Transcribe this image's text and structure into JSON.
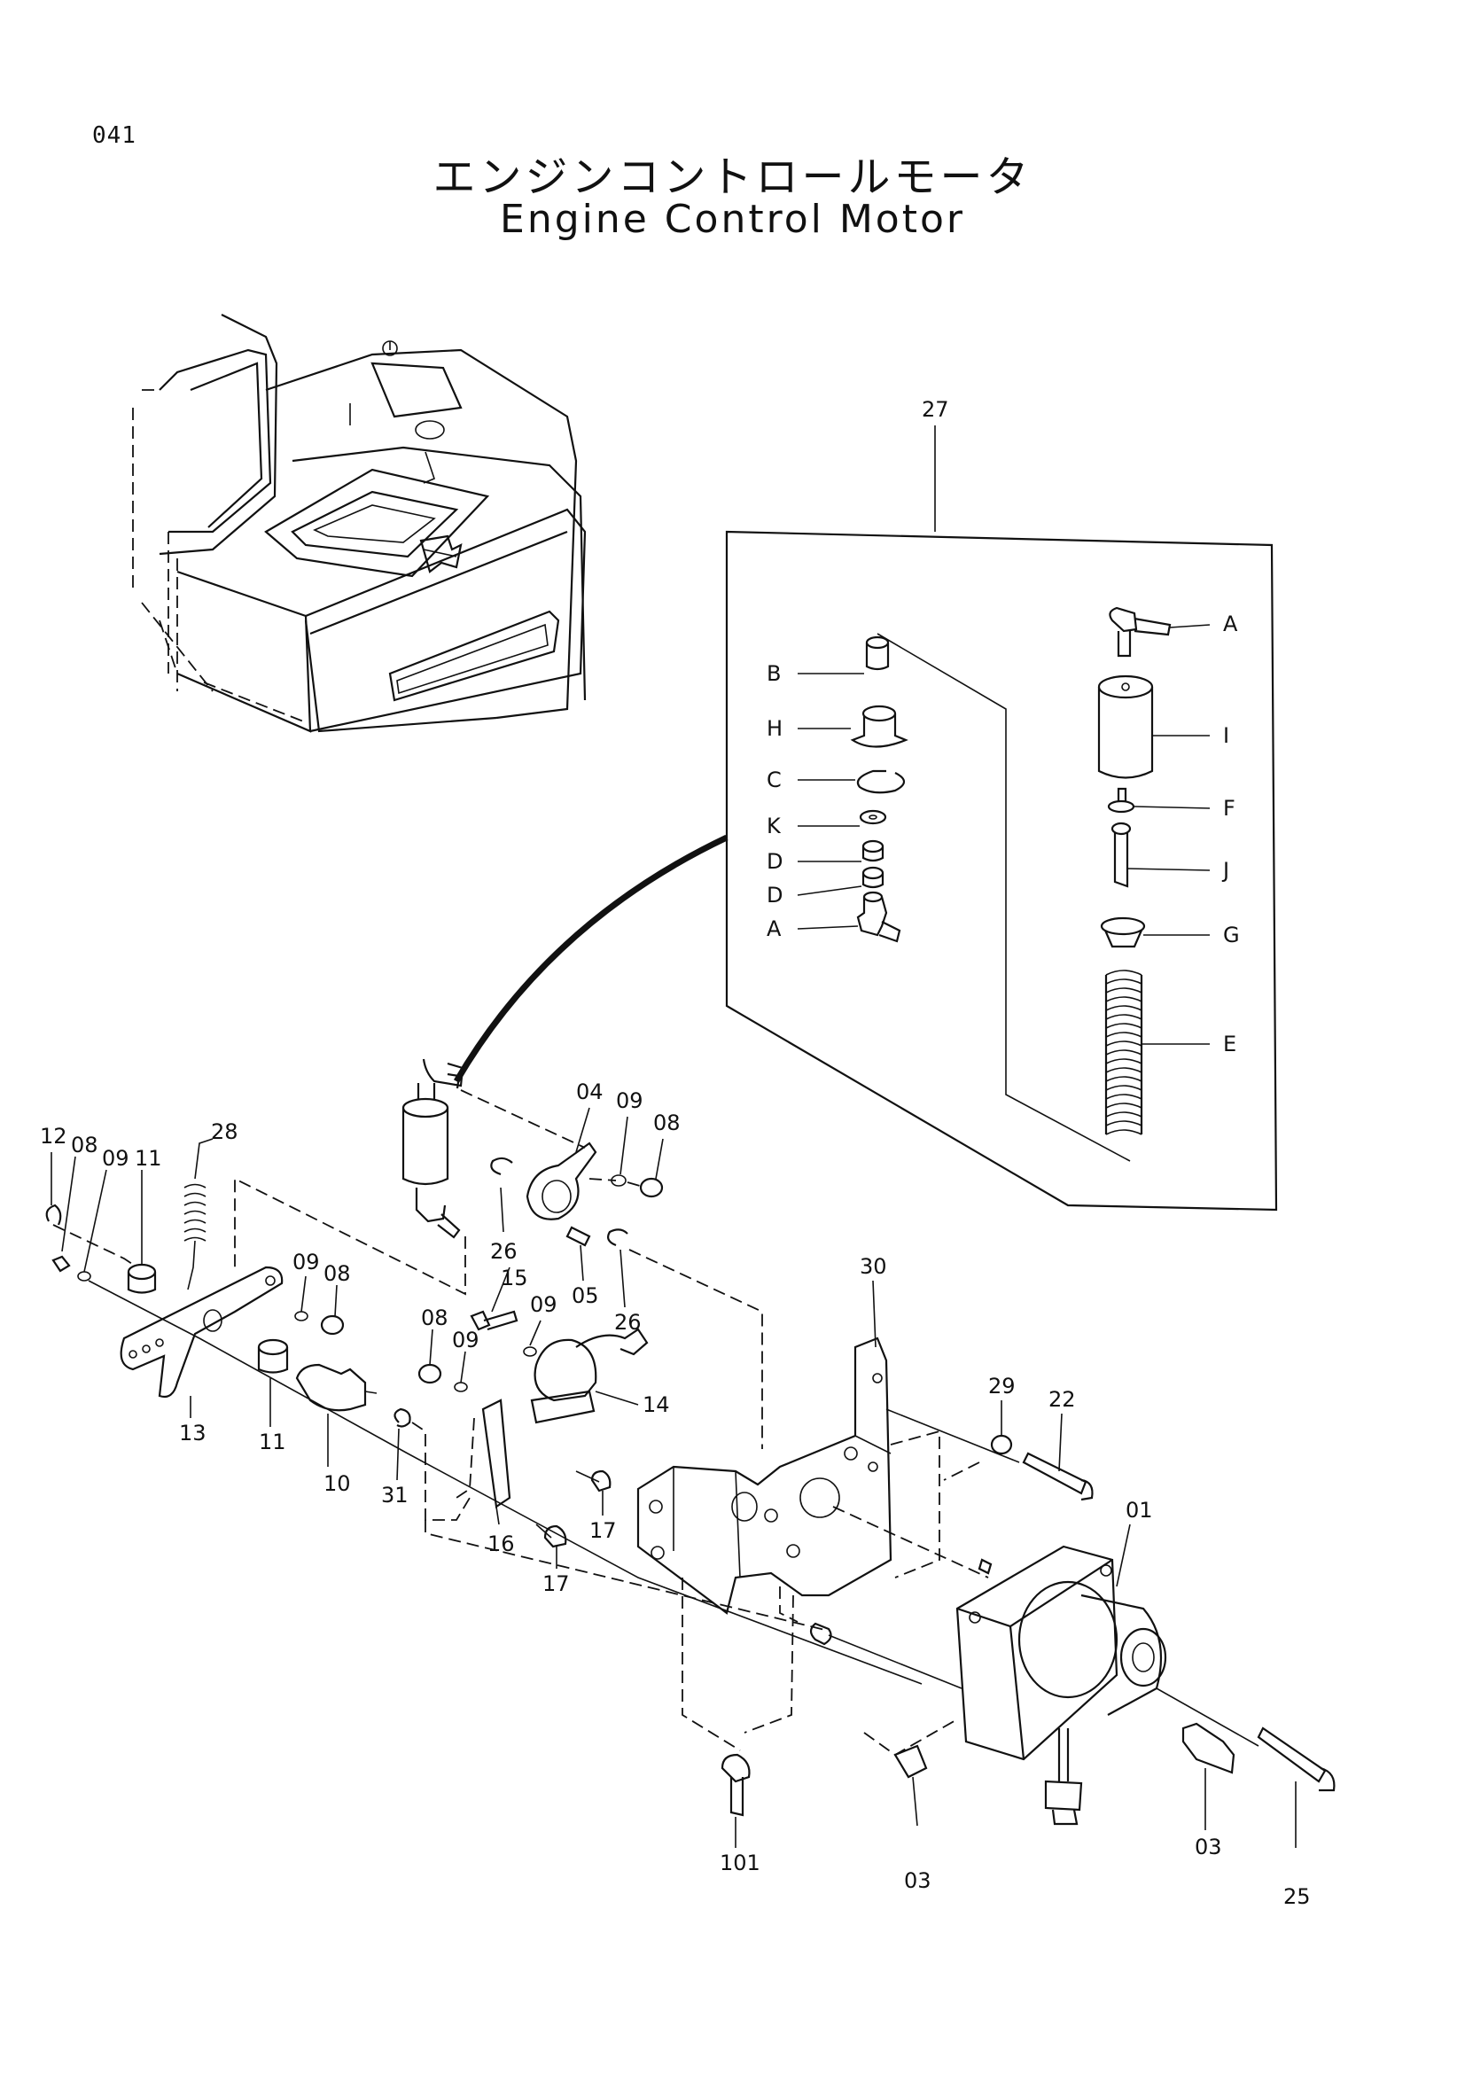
{
  "page": {
    "number": "041"
  },
  "title": {
    "japanese": "エンジンコントロールモータ",
    "english": "Engine Control Motor"
  },
  "callouts": {
    "kit": "27",
    "kit_parts": [
      "A",
      "B",
      "H",
      "C",
      "K",
      "D",
      "D",
      "A",
      "I",
      "F",
      "J",
      "G",
      "E"
    ],
    "main": [
      "12",
      "08",
      "09",
      "11",
      "28",
      "09",
      "08",
      "13",
      "11",
      "10",
      "31",
      "04",
      "09",
      "08",
      "26",
      "05",
      "26",
      "15",
      "09",
      "08",
      "09",
      "14",
      "16",
      "17",
      "17",
      "30",
      "29",
      "22",
      "01",
      "101",
      "03",
      "03",
      "25"
    ]
  }
}
